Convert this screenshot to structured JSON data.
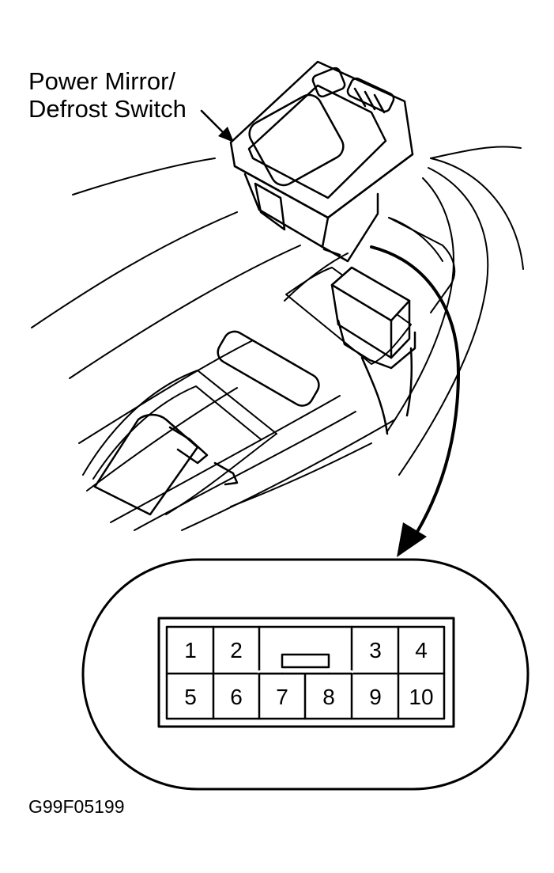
{
  "callout": {
    "line1": "Power Mirror/",
    "line2": "Defrost Switch"
  },
  "connector": {
    "terminals": [
      "1",
      "2",
      "3",
      "4",
      "5",
      "6",
      "7",
      "8",
      "9",
      "10"
    ]
  },
  "figure_code": "G99F05199",
  "colors": {
    "ink": "#000000",
    "paper": "#ffffff"
  }
}
